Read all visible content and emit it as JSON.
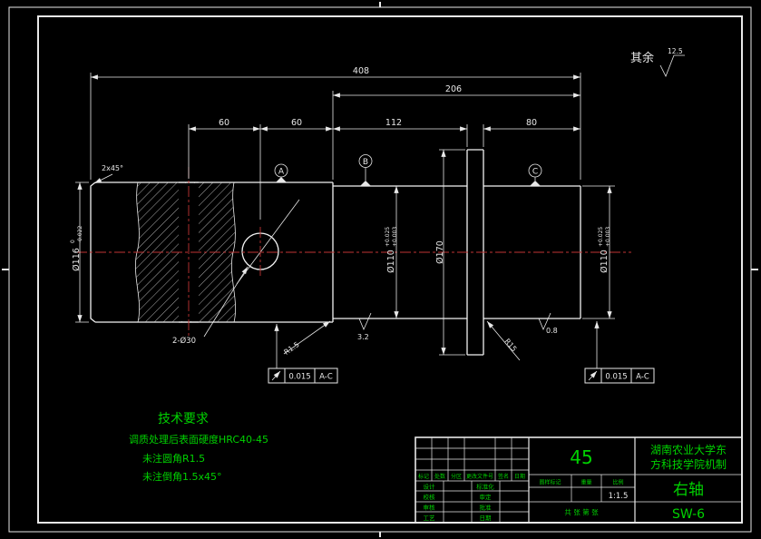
{
  "colors": {
    "background": "#000000",
    "line": "#f2f2f2",
    "accent_green": "#00d200",
    "centerline_red": "#c03434"
  },
  "general_note": {
    "prefix": "其余",
    "value": "12.5"
  },
  "dims": {
    "total": "408",
    "group": "206",
    "seg1": "60",
    "seg2": "60",
    "seg3": "112",
    "seg4": "80",
    "hole": "2-Ø30",
    "chamfer": "2x45°",
    "fillet_left": "R1.5",
    "fillet_right": "R15",
    "rough_mid": "3.2",
    "rough_right": "0.8",
    "dia_left": {
      "v": "Ø116",
      "t": "0",
      "b": "-0.022"
    },
    "dia_mid": {
      "v": "Ø110",
      "t": "+0.025",
      "b": "+0.003"
    },
    "dia_flange": {
      "v": "Ø170"
    },
    "dia_right": {
      "v": "Ø110",
      "t": "+0.025",
      "b": "+0.003"
    }
  },
  "datums": {
    "a": "A",
    "b": "B",
    "c": "C"
  },
  "fcf": {
    "tol": "0.015",
    "ref": "A-C"
  },
  "tech_req": {
    "title": "技术要求",
    "line1": "调质处理后表面硬度HRC40-45",
    "line2": "未注圆角R1.5",
    "line3": "未注倒角1.5x45°"
  },
  "title_block": {
    "material": "45",
    "scale_value": "1:1.5",
    "sheet": "共 张  第 张",
    "company1": "湖南农业大学东",
    "company2": "方科技学院机制",
    "part_name": "右轴",
    "drawing_no": "SW-6",
    "h": {
      "mark": "标记",
      "count": "处数",
      "zone": "分区",
      "doc": "更改文件号",
      "sign": "签名",
      "date": "日期",
      "design": "设计",
      "standard": "标准化",
      "check": "校核",
      "review": "审定",
      "audit": "审核",
      "approve": "批准",
      "process": "工艺",
      "stage": "图样标记",
      "weight": "重量",
      "scale": "比例"
    }
  }
}
